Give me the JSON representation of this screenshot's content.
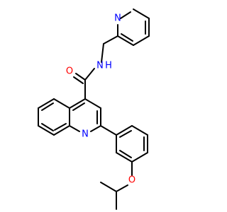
{
  "atoms": {
    "pyridine_n": {
      "label": "N",
      "color": "#0000ff"
    },
    "amide_nh": {
      "label": "N",
      "sub": "H",
      "color": "#0000ff"
    },
    "carbonyl_o": {
      "label": "O",
      "color": "#ff0000"
    },
    "quinoline_n": {
      "label": "N",
      "color": "#0000ff"
    },
    "ether_o": {
      "label": "O",
      "color": "#ff0000"
    }
  }
}
